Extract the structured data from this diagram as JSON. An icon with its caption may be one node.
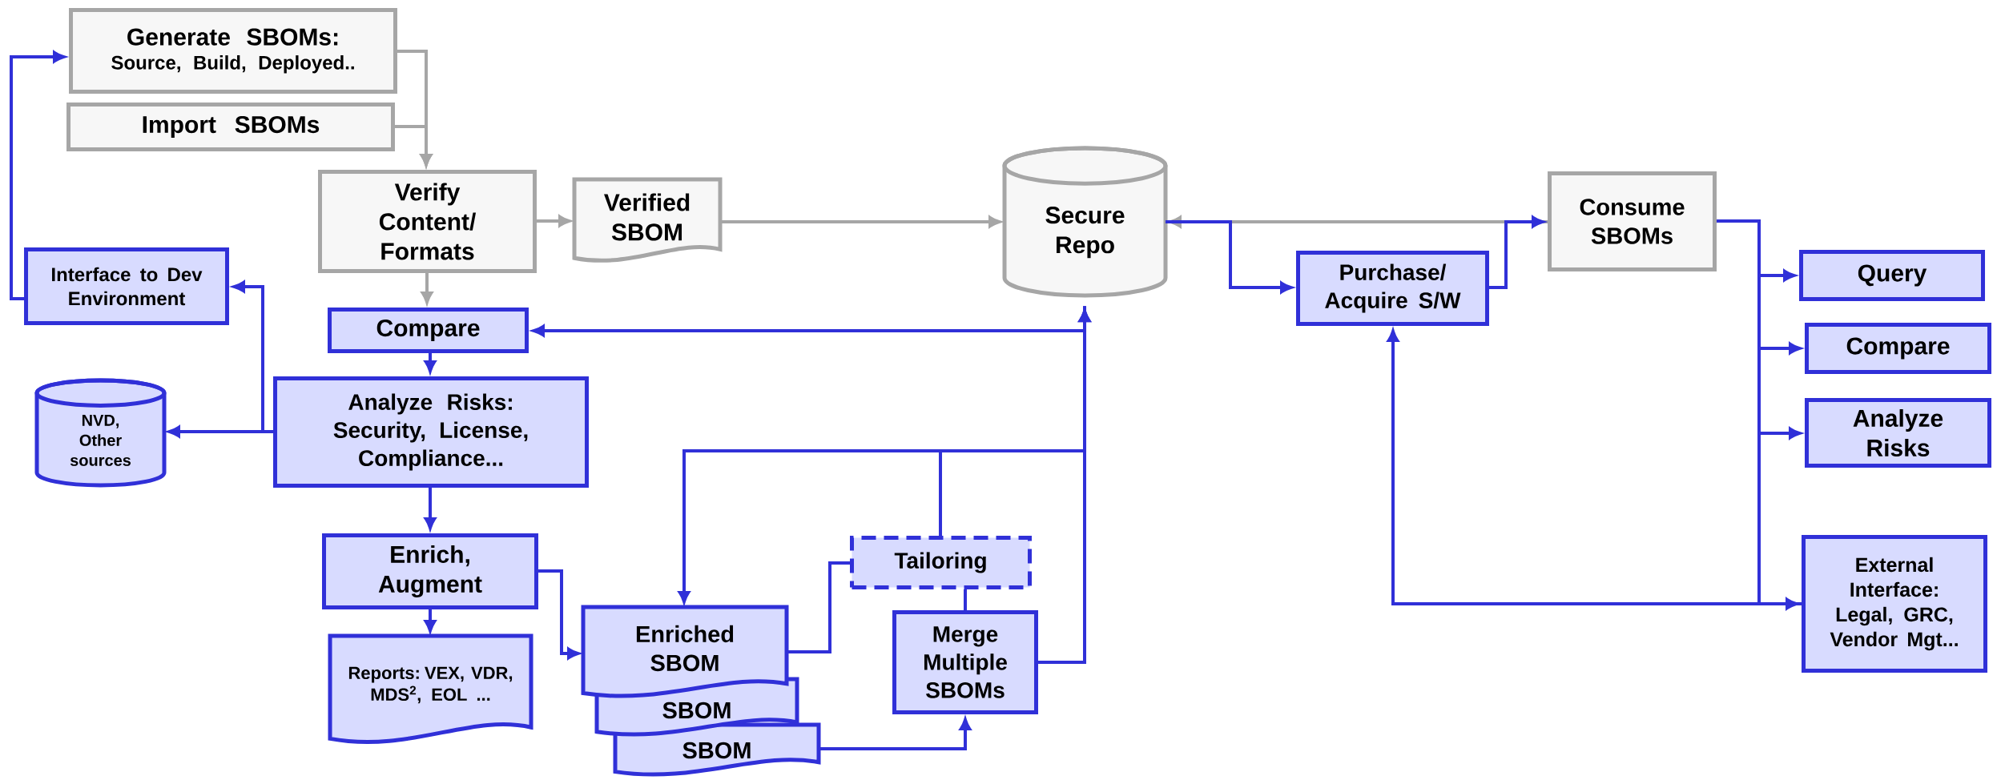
{
  "diagram": {
    "nodes": [
      {
        "text": [
          "Generate SBOMs:",
          "Source, Build, Deployed.."
        ]
      },
      {
        "text": [
          "Import SBOMs"
        ]
      },
      {
        "text": [
          "Verify Content/ Formats"
        ]
      },
      {
        "text": [
          "Verified SBOM"
        ]
      },
      {
        "text": [
          "Secure Repo"
        ]
      },
      {
        "text": [
          "Consume SBOMs"
        ]
      },
      {
        "text": [
          "Interface to Dev Environment"
        ]
      },
      {
        "text": [
          "Compare"
        ]
      },
      {
        "text": [
          "Purchase/ Acquire S/W"
        ]
      },
      {
        "text": [
          "Query"
        ]
      },
      {
        "text": [
          "NVD, Other sources"
        ]
      },
      {
        "text": [
          "Analyze Risks: Security, License, Compliance..."
        ]
      },
      {
        "text": [
          "Compare"
        ]
      },
      {
        "text": [
          "Analyze Risks"
        ]
      },
      {
        "text": [
          "Enrich, Augment"
        ]
      },
      {
        "text": [
          "Tailoring"
        ]
      },
      {
        "text": [
          "Reports: VEX, VDR, MDS$^{2}$, EOL ..."
        ]
      },
      {
        "text": [
          "Enriched SBOM"
        ]
      },
      {
        "text": [
          "Merge Multiple SBOMs"
        ]
      },
      {
        "text": [
          "SBOM"
        ]
      },
      {
        "text": [
          "SBOM"
        ]
      },
      {
        "text": [
          "External Interface: Legal, GRC, Vendor Mgt..."
        ]
      }
    ],
    "edges": [
      {
        "from": 0,
        "to": 2,
        "arrow": "to",
        "color": "#a6a6a6"
      },
      {
        "from": 1,
        "to": 2,
        "arrow": "to",
        "color": "#a6a6a6"
      },
      {
        "from": 2,
        "to": 3,
        "arrow": "to",
        "color": "#a6a6a6"
      },
      {
        "from": 3,
        "to": 4,
        "arrow": "to",
        "color": "#a6a6a6"
      },
      {
        "from": 2,
        "to": 7,
        "arrow": "to",
        "color": "#a6a6a6"
      },
      {
        "from": 5,
        "to": 4,
        "arrow": "to",
        "color": "#a6a6a6"
      },
      {
        "from": 4,
        "to": 8,
        "arrow": "to"
      },
      {
        "from": 8,
        "to": 5,
        "arrow": "to"
      },
      {
        "from": 5,
        "to": 9,
        "arrow": "to"
      },
      {
        "from": 5,
        "to": 12,
        "arrow": "to"
      },
      {
        "from": 5,
        "to": 13,
        "arrow": "to"
      },
      {
        "from": 5,
        "to": 21,
        "arrow": "to"
      },
      {
        "from": 21,
        "to": 8,
        "arrow": "to"
      },
      {
        "from": 4,
        "to": 7,
        "arrow": "to"
      },
      {
        "from": 7,
        "to": 11,
        "arrow": "to"
      },
      {
        "from": 11,
        "to": 10,
        "arrow": "to"
      },
      {
        "from": 11,
        "to": 6,
        "arrow": "to"
      },
      {
        "from": 6,
        "to": 0,
        "arrow": "to"
      },
      {
        "from": 11,
        "to": 14,
        "arrow": "to"
      },
      {
        "from": 14,
        "to": 16,
        "arrow": "to"
      },
      {
        "from": 14,
        "to": 17,
        "arrow": "to"
      },
      {
        "from": 4,
        "to": 17,
        "arrow": "to"
      },
      {
        "from": 17,
        "to": 15,
        "arrow": "none"
      },
      {
        "from": 15,
        "to": 4,
        "arrow": "to"
      },
      {
        "from": 15,
        "to": 18,
        "arrow": "none"
      },
      {
        "from": 18,
        "to": 4,
        "arrow": "to"
      },
      {
        "from": 20,
        "to": 18,
        "arrow": "to"
      }
    ]
  }
}
